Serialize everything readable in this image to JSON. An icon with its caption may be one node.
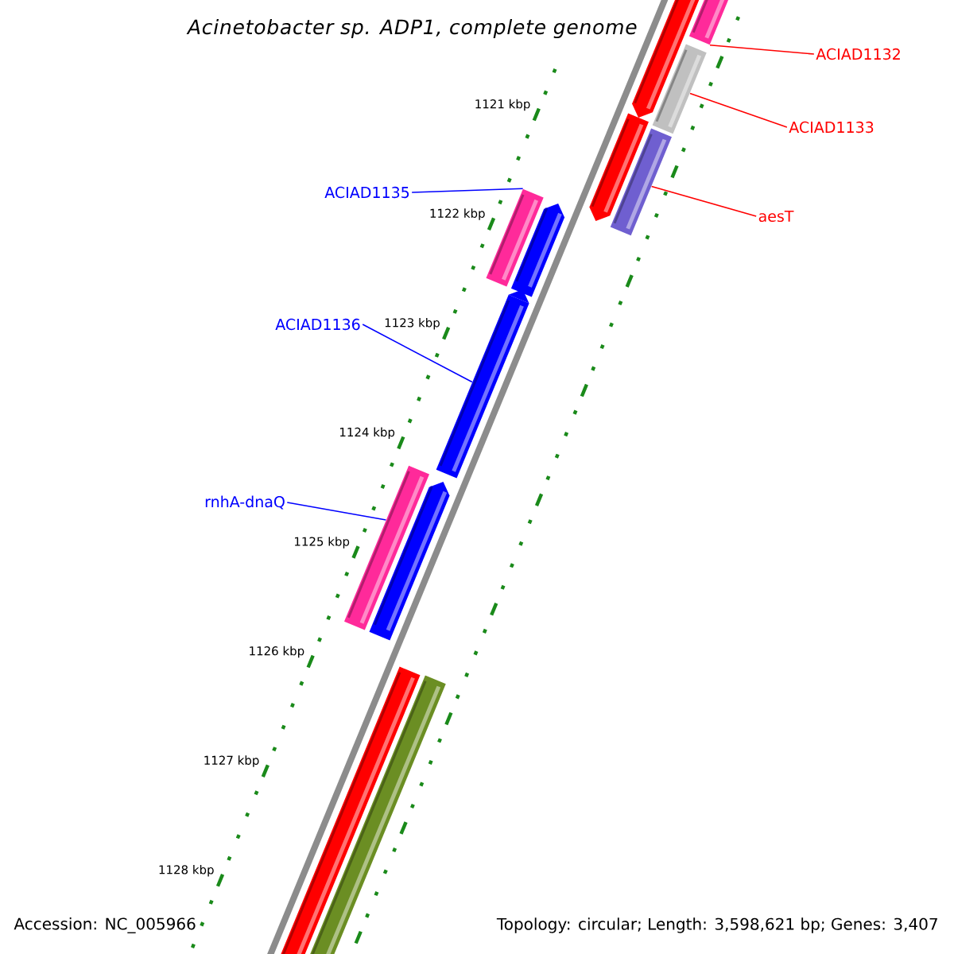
{
  "diagram": {
    "title": "Acinetobacter sp. ADP1, complete genome",
    "nodes": [
      {
        "text": [
          "ACIAD1132"
        ]
      },
      {
        "text": [
          "ACIAD1133"
        ]
      },
      {
        "text": [
          "aesT"
        ]
      },
      {
        "text": [
          "ACIAD1135"
        ]
      },
      {
        "text": [
          "ACIAD1136"
        ]
      },
      {
        "text": [
          "rnhA-dnaQ"
        ]
      },
      {
        "text": [],
        "shape": "bar"
      },
      {
        "text": [],
        "shape": "bar"
      },
      {
        "text": [],
        "shape": "bar"
      },
      {
        "text": [],
        "shape": "bar"
      },
      {
        "text": [],
        "shape": "bar"
      },
      {
        "text": [],
        "shape": "bar"
      }
    ],
    "edges": [
      {
        "from": 0,
        "to": 6,
        "arrow": "none",
        "color": "#ff0000"
      },
      {
        "from": 1,
        "to": 7,
        "arrow": "none",
        "color": "#ff0000"
      },
      {
        "from": 2,
        "to": 8,
        "arrow": "none",
        "color": "#ff0000"
      },
      {
        "from": 3,
        "to": 9,
        "arrow": "none",
        "color": "#0000ff"
      },
      {
        "from": 4,
        "to": 10,
        "arrow": "none",
        "color": "#0000ff"
      },
      {
        "from": 5,
        "to": 11,
        "arrow": "none",
        "color": "#0000ff"
      }
    ],
    "labels": [
      "1121 kbp",
      "1122 kbp",
      "1123 kbp",
      "1124 kbp",
      "1125 kbp",
      "1126 kbp",
      "1127 kbp",
      "1128 kbp",
      "Accession: NC_005966",
      "Topology: circular; Length: 3,598,621 bp; Genes: 3,407"
    ]
  }
}
